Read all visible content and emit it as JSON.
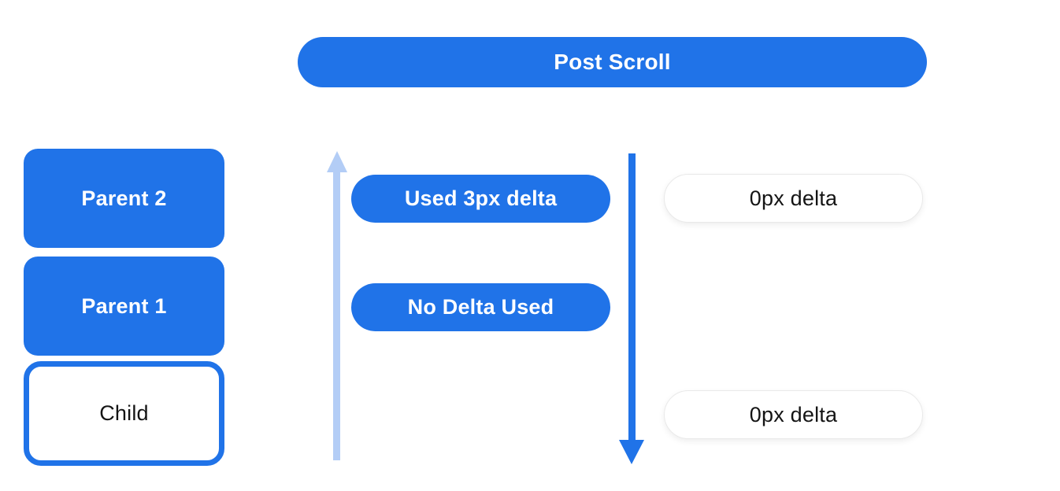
{
  "colors": {
    "blue": "#2073e8",
    "light_blue": "#b3cdf6",
    "dark_text": "#141414",
    "pill_border": "#e9e9e9",
    "background": "#ffffff"
  },
  "header": {
    "title": "Post Scroll"
  },
  "stack": {
    "parent2_label": "Parent 2",
    "parent1_label": "Parent 1",
    "child_label": "Child"
  },
  "upward_chain": {
    "used_delta_label": "Used 3px delta",
    "no_delta_label": "No Delta Used"
  },
  "downward_chain": {
    "top_delta_label": "0px delta",
    "bottom_delta_label": "0px delta"
  },
  "icons": {
    "up_arrow": "up-arrow",
    "down_arrow": "down-arrow"
  }
}
